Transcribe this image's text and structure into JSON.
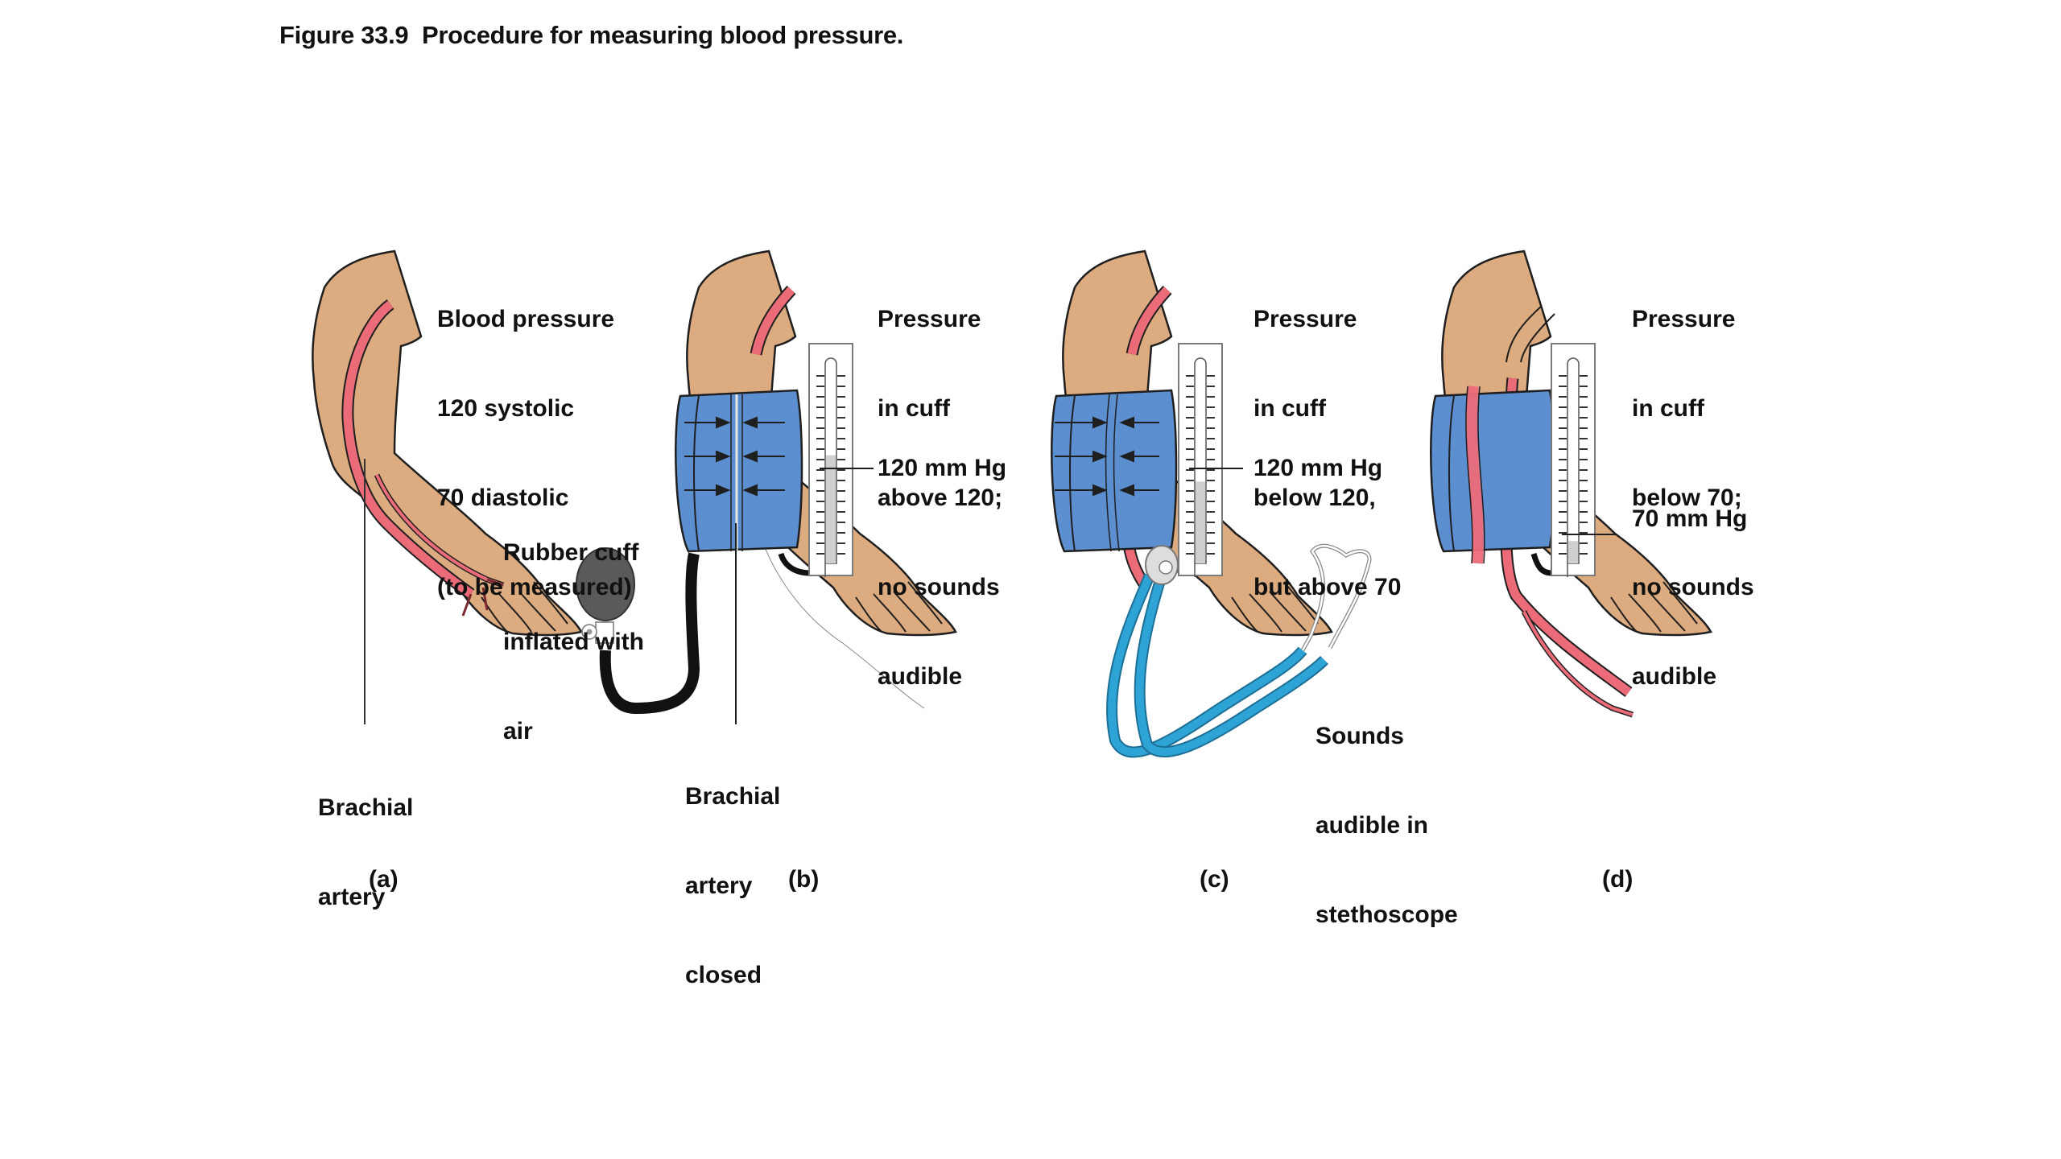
{
  "figure": {
    "title": "Figure 33.9  Procedure for measuring blood pressure."
  },
  "colors": {
    "skin": "#dcab80",
    "artery": "#ec6b79",
    "cuff": "#5b8fd0",
    "outline": "#1f1f1f",
    "bulb": "#5a5a5a",
    "stethoscope_tube": "#2ea3d6",
    "mercury": "#cfcfcf"
  },
  "panels": [
    {
      "id": "a",
      "label": "(a)",
      "caption": [
        "Blood pressure",
        "120 systolic",
        "70 diastolic",
        "(to be measured)"
      ],
      "callouts": [
        {
          "name": "brachial-artery",
          "lines": [
            "Brachial",
            "artery"
          ]
        }
      ]
    },
    {
      "id": "b",
      "label": "(b)",
      "caption": [
        "Pressure",
        "in cuff",
        "above 120;",
        "no sounds",
        "audible"
      ],
      "gauge_label": "120 mm Hg",
      "mercury_level_mmHg": 130,
      "callouts": [
        {
          "name": "rubber-cuff",
          "lines": [
            "Rubber cuff",
            "inflated with",
            "air"
          ]
        },
        {
          "name": "brachial-artery-closed",
          "lines": [
            "Brachial",
            "artery",
            "closed"
          ]
        }
      ]
    },
    {
      "id": "c",
      "label": "(c)",
      "caption": [
        "Pressure",
        "in cuff",
        "below 120,",
        "but above 70"
      ],
      "gauge_label": "120 mm Hg",
      "mercury_level_mmHg": 110,
      "callouts": [
        {
          "name": "sounds-audible",
          "lines": [
            "Sounds",
            "audible in",
            "stethoscope"
          ]
        }
      ]
    },
    {
      "id": "d",
      "label": "(d)",
      "caption": [
        "Pressure",
        "in cuff",
        "below 70;",
        "no sounds",
        "audible"
      ],
      "gauge_label": "70 mm Hg",
      "mercury_level_mmHg": 65,
      "callouts": []
    }
  ]
}
